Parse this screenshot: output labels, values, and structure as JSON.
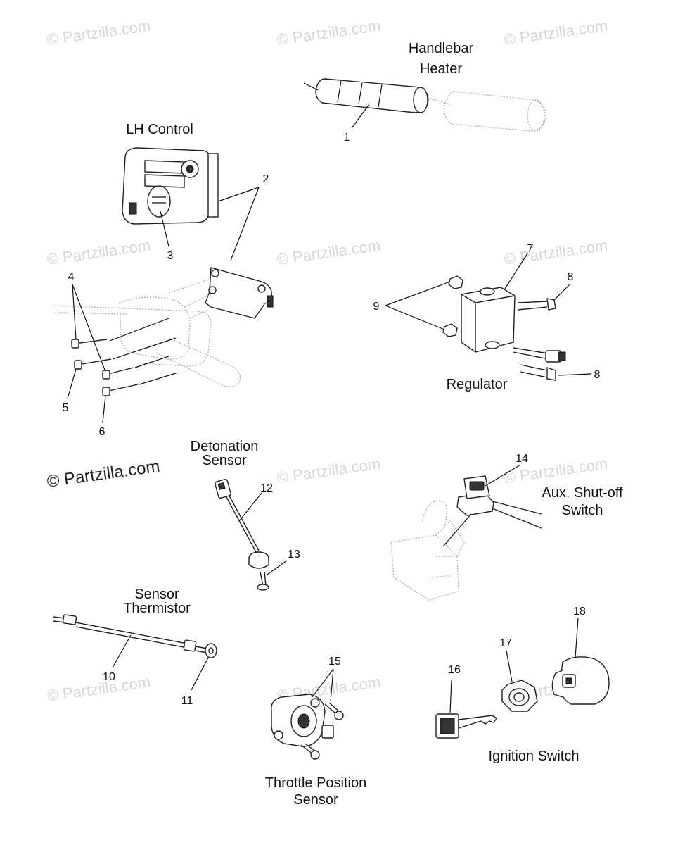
{
  "watermark": {
    "text": "© Partzilla.com"
  },
  "titles": {
    "handlebar_heater": [
      "Handlebar",
      "Heater"
    ],
    "lh_control": [
      "LH Control"
    ],
    "regulator": [
      "Regulator"
    ],
    "detonation_sensor": [
      "Detonation",
      "Sensor"
    ],
    "aux_shutoff_switch": [
      "Aux. Shut-off",
      "Switch"
    ],
    "sensor_thermistor": [
      "Sensor",
      "Thermistor"
    ],
    "throttle_position_sensor": [
      "Throttle Position",
      "Sensor"
    ],
    "ignition_switch": [
      "Ignition Switch"
    ]
  },
  "callouts": [
    "1",
    "2",
    "3",
    "4",
    "5",
    "6",
    "7",
    "8",
    "8",
    "9",
    "10",
    "11",
    "12",
    "13",
    "14",
    "15",
    "16",
    "17",
    "18"
  ]
}
